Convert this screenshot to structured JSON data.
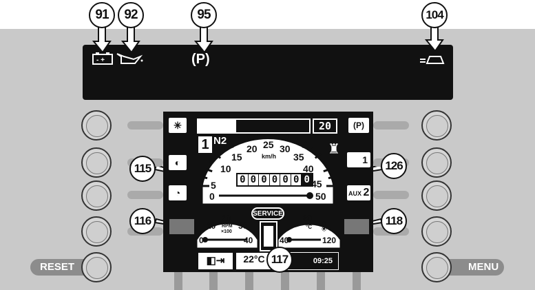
{
  "callouts": {
    "c91": "91",
    "c92": "92",
    "c95": "95",
    "c104": "104",
    "c115": "115",
    "c116": "116",
    "c117": "117",
    "c118": "118",
    "c126": "126"
  },
  "topbar": {
    "battery_icon": "battery-icon",
    "oil_icon": "oil-can-icon",
    "parking_symbol": "(P)",
    "vehicle_icon": "vehicle-light-icon"
  },
  "buttons": {
    "reset_label": "RESET",
    "menu_label": "MENU"
  },
  "screen": {
    "progress_value": 20,
    "progress_fraction": 0.34,
    "gear_number": "1",
    "gear_label": "N2",
    "right_parking": "(P)",
    "right_box1": "1",
    "aux_label": "AUX",
    "aux_number": "2",
    "speed_unit": "km/h",
    "speed_ticks": [
      "5",
      "10",
      "15",
      "20",
      "25",
      "30",
      "35",
      "40",
      "45"
    ],
    "speed_min": "0",
    "speed_max": "50",
    "odometer": [
      "0",
      "0",
      "0",
      "0",
      "0",
      "0",
      "0"
    ],
    "service_label": "SERVICE",
    "rpm_ticks": [
      "10",
      "20",
      "30"
    ],
    "rpm_label": "RPM",
    "rpm_multiplier": "×100",
    "rpm_min": "0",
    "rpm_max": "40",
    "temp_ticks": [
      "80"
    ],
    "temp_unit": "°C",
    "temp_min": "40",
    "temp_max": "120",
    "outside_temp": "22°C",
    "clock": "09:25"
  }
}
